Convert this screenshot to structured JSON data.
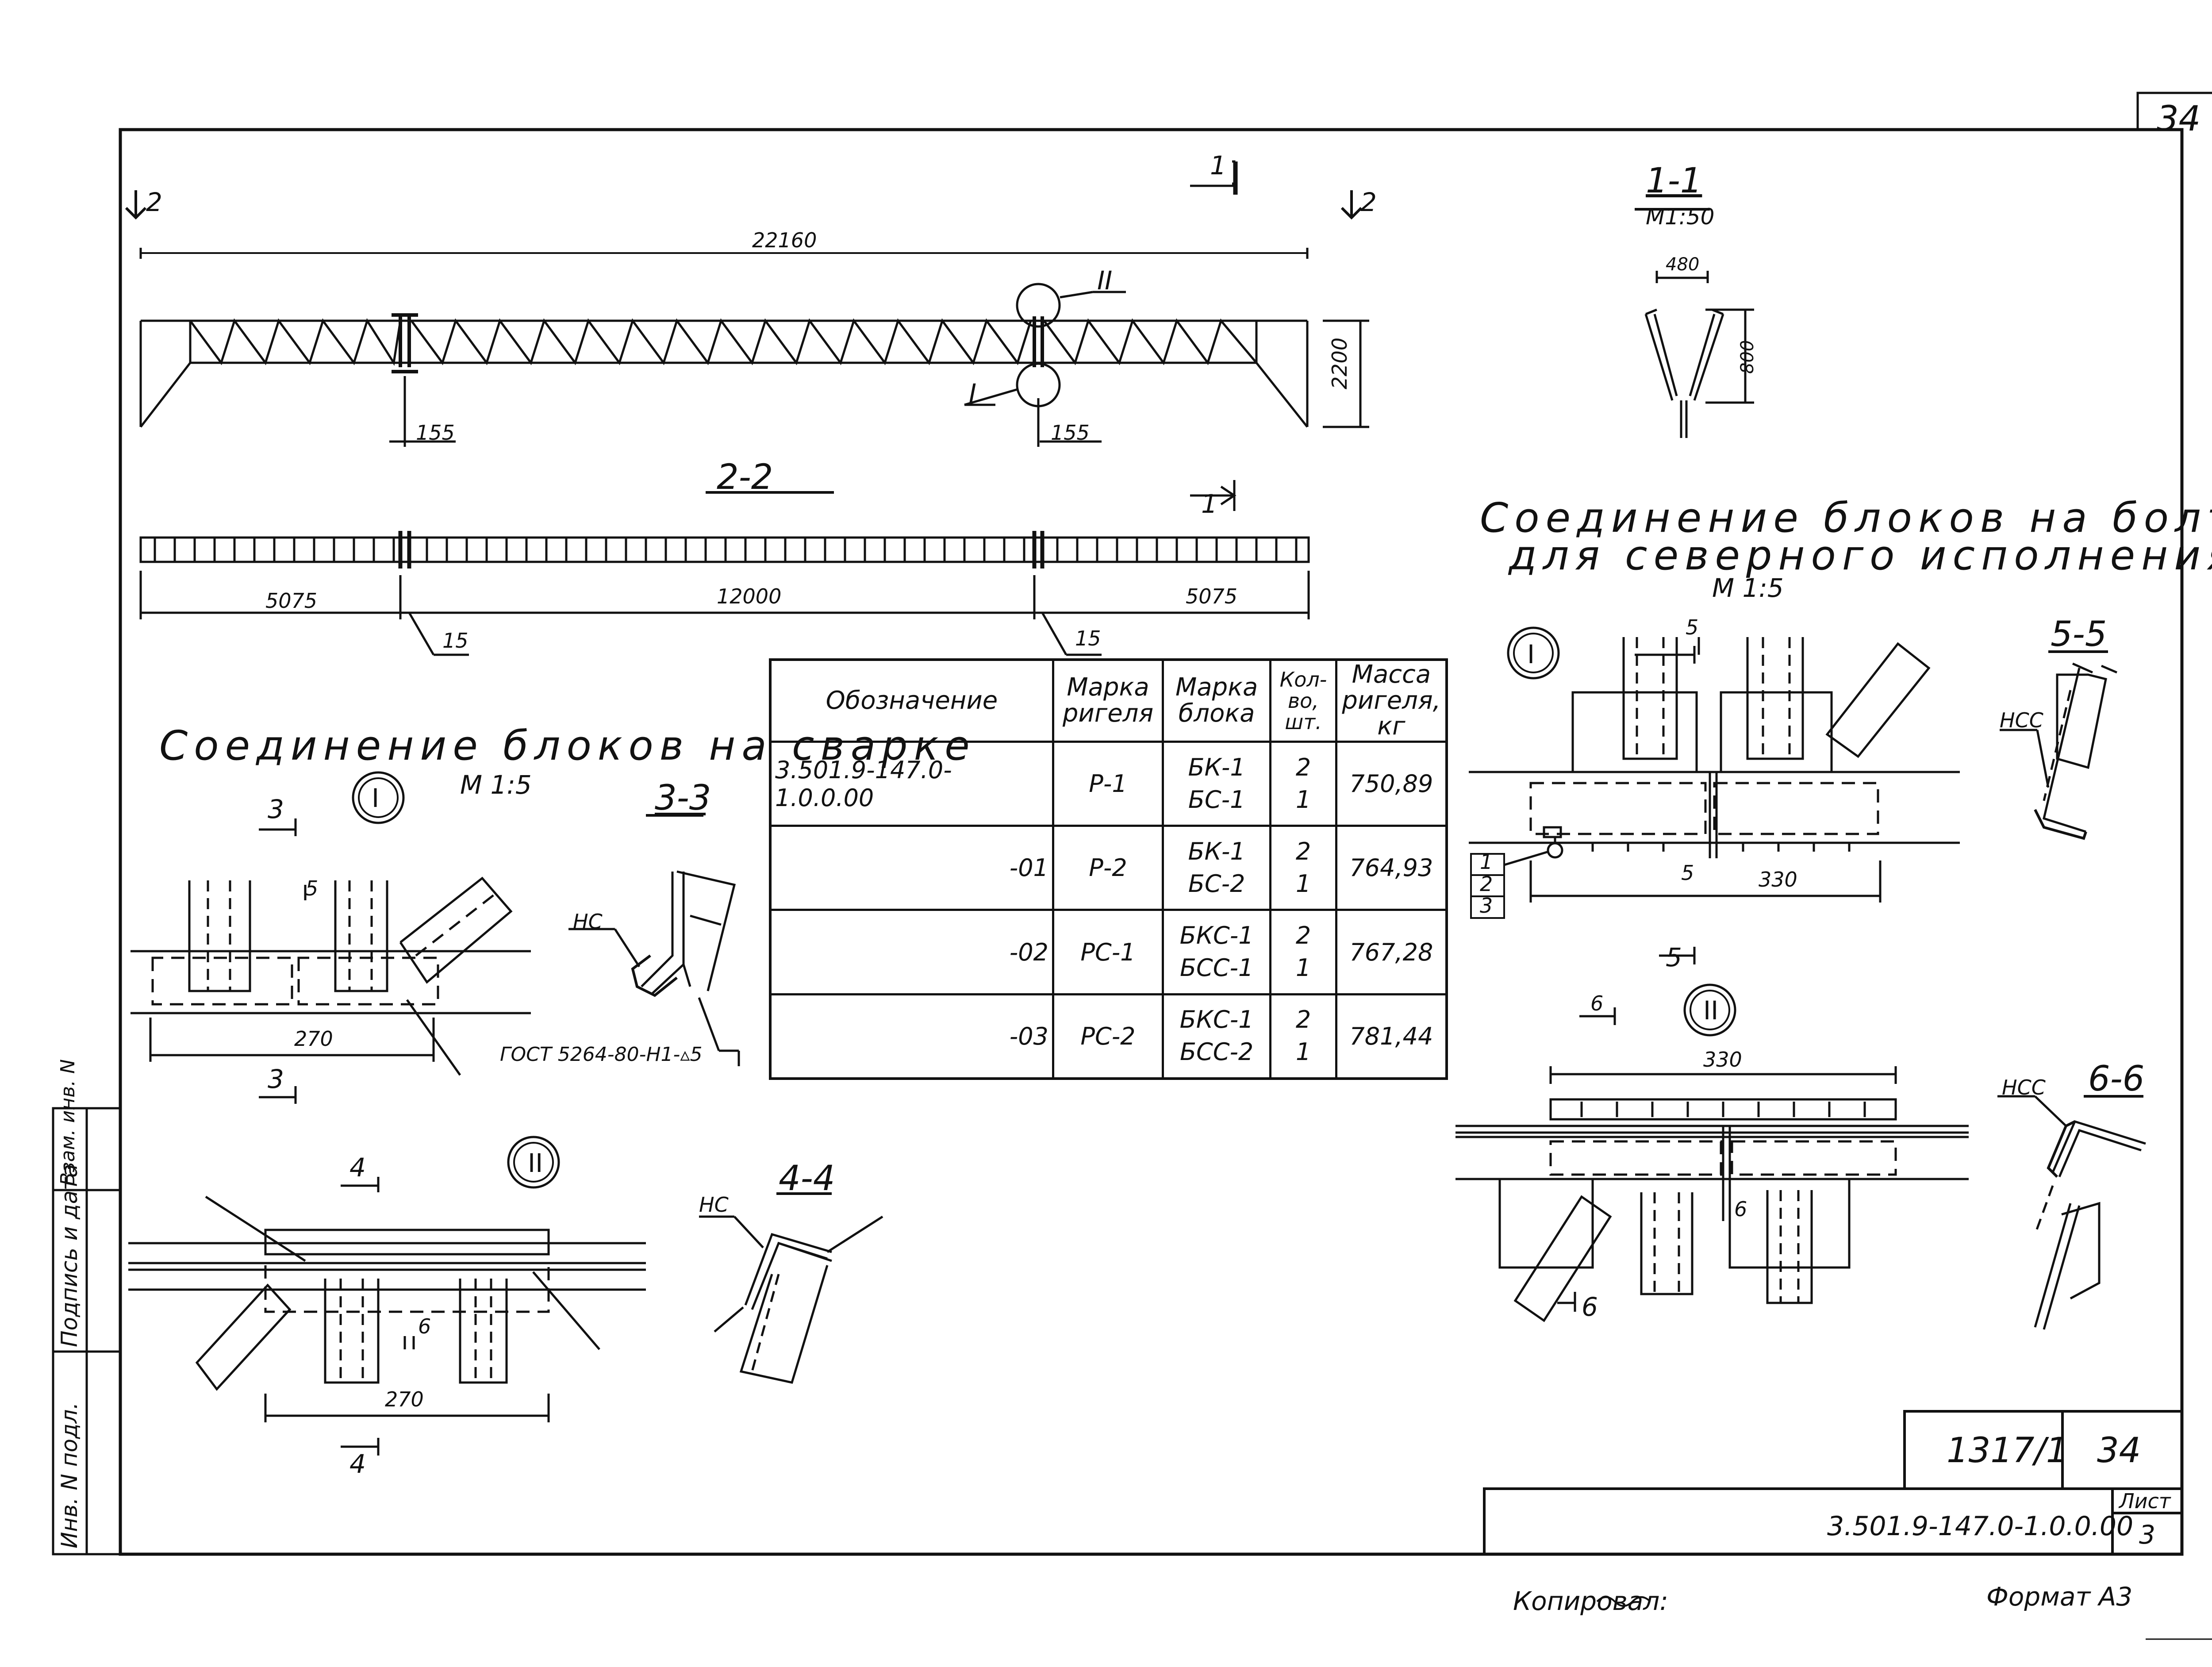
{
  "page_number": "34",
  "main_view": {
    "section_marks": {
      "left": "2",
      "right": "2",
      "top": "1"
    },
    "overall_length": "22160",
    "height": "2200",
    "offsets": [
      "155",
      "155"
    ],
    "node_labels": {
      "upper": "II",
      "lower": "I"
    }
  },
  "section_11": {
    "title": "1-1",
    "scale": "М1:50",
    "width": "480",
    "height": "800"
  },
  "section_22": {
    "title": "2-2",
    "mark": "1",
    "dims": [
      "5075",
      "12000",
      "5075"
    ],
    "gaps": [
      "15",
      "15"
    ]
  },
  "welded": {
    "title": "Соединение блоков на сварке",
    "scale": "М 1:5",
    "node_I": {
      "label": "I",
      "section_mark": "3",
      "gap": "5",
      "length": "270"
    },
    "section_33": {
      "title": "3-3",
      "weld": "НС",
      "gost": "ГОСТ 5264-80-Н1-▵5"
    },
    "node_II": {
      "label": "II",
      "section_mark": "4",
      "gap": "6",
      "length": "270"
    },
    "section_44": {
      "title": "4-4",
      "weld": "НС"
    }
  },
  "bolted": {
    "title_line1": "Соединение блоков на болтах",
    "title_line2": "для северного исполнения",
    "scale": "М 1:5",
    "node_I": {
      "label": "I",
      "section_mark": "5",
      "gap": "5",
      "gap2": "5",
      "length": "330",
      "callouts": [
        "1",
        "2",
        "3"
      ]
    },
    "section_55": {
      "title": "5-5",
      "weld": "НСС"
    },
    "node_II": {
      "label": "II",
      "section_mark": "6",
      "gap": "6",
      "length": "330"
    },
    "section_66": {
      "title": "6-6",
      "weld": "НСС"
    }
  },
  "table": {
    "headers": [
      "Обозначение",
      "Марка ригеля",
      "Марка блока",
      "Кол-во, шт.",
      "Масса ригеля, кг"
    ],
    "rows": [
      {
        "designation": "3.501.9-147.0-1.0.0.00",
        "rigel": "Р-1",
        "blocks": [
          "БК-1",
          "БС-1"
        ],
        "qty": [
          "2",
          "1"
        ],
        "mass": "750,89"
      },
      {
        "designation": "-01",
        "rigel": "Р-2",
        "blocks": [
          "БК-1",
          "БС-2"
        ],
        "qty": [
          "2",
          "1"
        ],
        "mass": "764,93"
      },
      {
        "designation": "-02",
        "rigel": "РС-1",
        "blocks": [
          "БКС-1",
          "БСС-1"
        ],
        "qty": [
          "2",
          "1"
        ],
        "mass": "767,28"
      },
      {
        "designation": "-03",
        "rigel": "РС-2",
        "blocks": [
          "БКС-1",
          "БСС-2"
        ],
        "qty": [
          "2",
          "1"
        ],
        "mass": "781,44"
      }
    ]
  },
  "title_block": {
    "album": "1317/1",
    "album_sheet": "34",
    "code": "3.501.9-147.0-1.0.0.00",
    "sheet_label": "Лист",
    "sheet": "3"
  },
  "side_stamp": [
    "Инв. N подл.",
    "Подпись и дата",
    "Взам. инв. N"
  ],
  "footer": {
    "copied": "Копировал:",
    "format": "Формат А3"
  }
}
